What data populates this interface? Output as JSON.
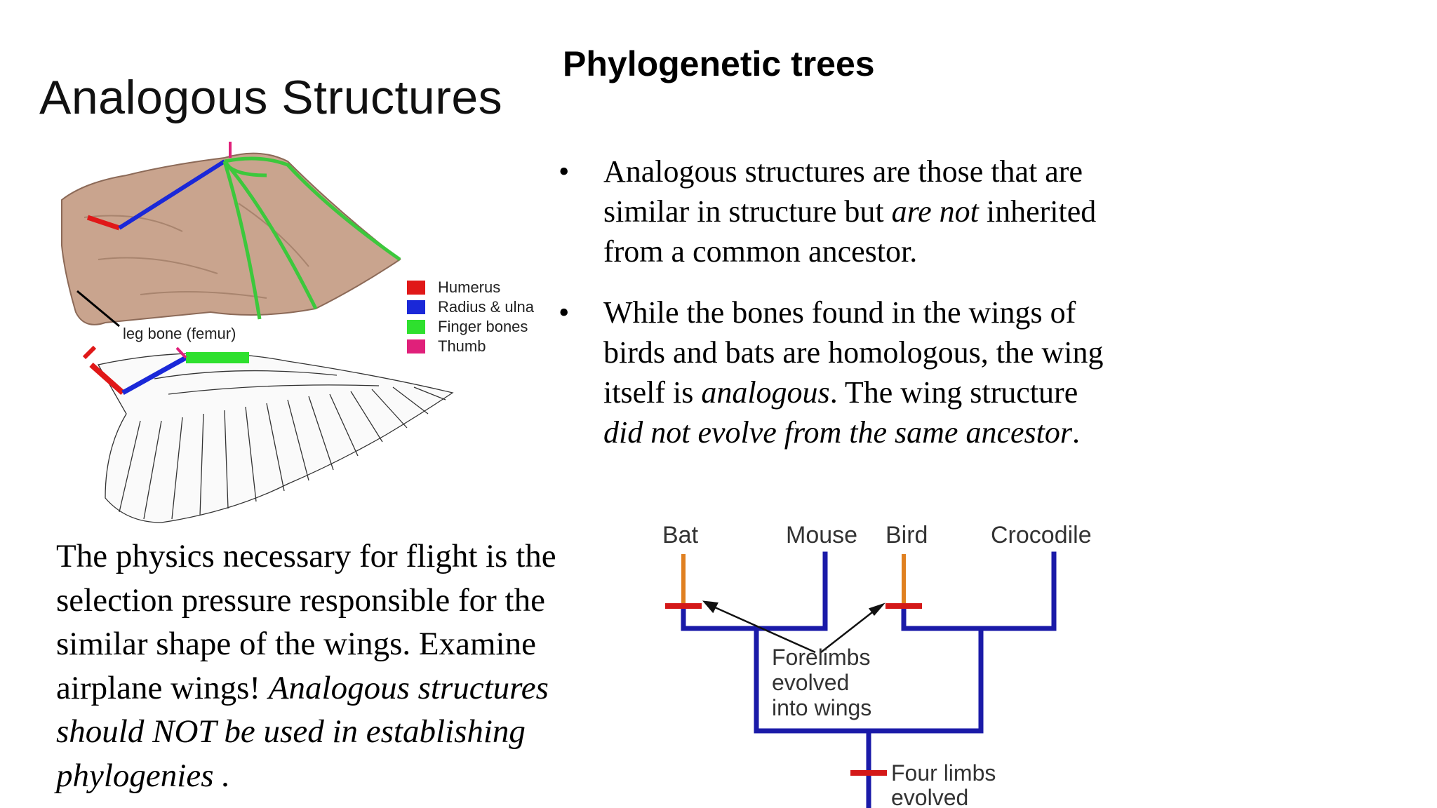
{
  "slide": {
    "title": "Analogous Structures",
    "heading": "Phylogenetic trees"
  },
  "bullets": {
    "b1_part1": "Analogous structures are those that are similar in structure but ",
    "b1_italic": "are not",
    "b1_part2": " inherited from a common ancestor.",
    "b2_part1": "While the bones found in the wings of birds and bats are homologous, the wing itself is ",
    "b2_italic1": "analogous",
    "b2_part2": ". The wing structure ",
    "b2_italic2": "did not evolve from the same ancestor",
    "b2_part3": "."
  },
  "bottom_text": {
    "normal": "The physics necessary for flight is the selection pressure responsible for the similar shape of the wings.  Examine airplane wings!  ",
    "italic": "Analogous structures should NOT be used in establishing phylogenies ."
  },
  "wing_figure": {
    "femur_label": "leg bone (femur)",
    "legend": [
      {
        "label": "Humerus",
        "color": "#e01818"
      },
      {
        "label": "Radius & ulna",
        "color": "#1a28d8"
      },
      {
        "label": "Finger bones",
        "color": "#2ee02e"
      },
      {
        "label": "Thumb",
        "color": "#e0207a"
      }
    ]
  },
  "tree_figure": {
    "taxa": [
      "Bat",
      "Mouse",
      "Bird",
      "Crocodile"
    ],
    "forelimbs_label": [
      "Forelimbs",
      "evolved",
      "into wings"
    ],
    "four_limbs_label": [
      "Four limbs",
      "evolved"
    ],
    "colors": {
      "branch": "#1a1aa8",
      "wing_branch": "#e08020",
      "marker": "#d41818"
    }
  }
}
